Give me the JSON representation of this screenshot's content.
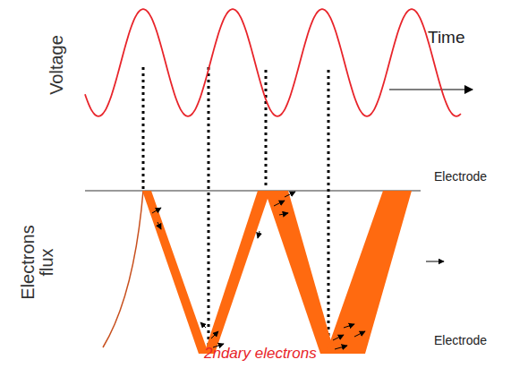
{
  "diagram": {
    "labels": [
      "Voltage",
      "Time",
      "Electrode",
      "Electrons flux",
      "Electrode",
      "2ndary electrons"
    ]
  }
}
